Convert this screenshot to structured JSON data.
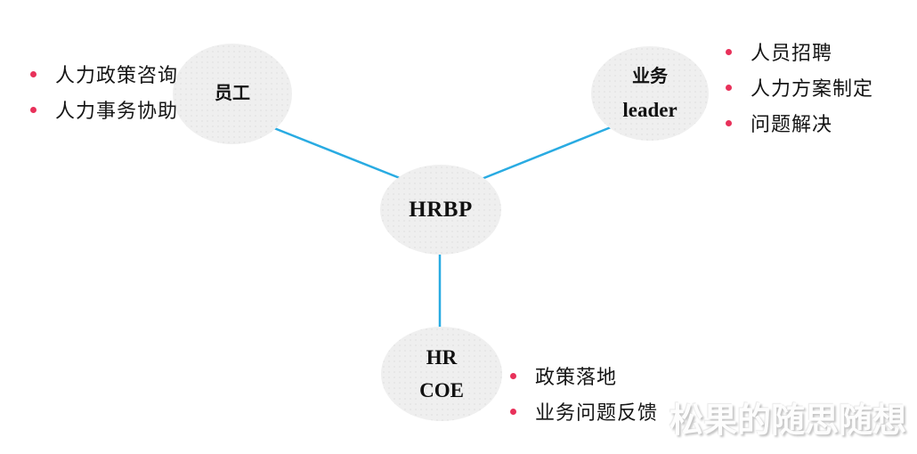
{
  "diagram": {
    "nodes": {
      "hrbp": {
        "label": "HRBP"
      },
      "employee": {
        "label": "员工"
      },
      "business_leader": {
        "line1": "业务",
        "line2": "leader"
      },
      "hr_coe": {
        "line1": "HR",
        "line2": "COE"
      }
    },
    "lists": {
      "employee": {
        "items": [
          "人力政策咨询",
          "人力事务协助"
        ]
      },
      "business_leader": {
        "items": [
          "人员招聘",
          "人力方案制定",
          "问题解决"
        ]
      },
      "hr_coe": {
        "items": [
          "政策落地",
          "业务问题反馈"
        ]
      }
    },
    "colors": {
      "connector": "#29abe2",
      "bullet": "#e8315a",
      "node_fill": "#efefef",
      "text": "#151515"
    }
  },
  "watermark": {
    "text": "松果的随思随想"
  }
}
